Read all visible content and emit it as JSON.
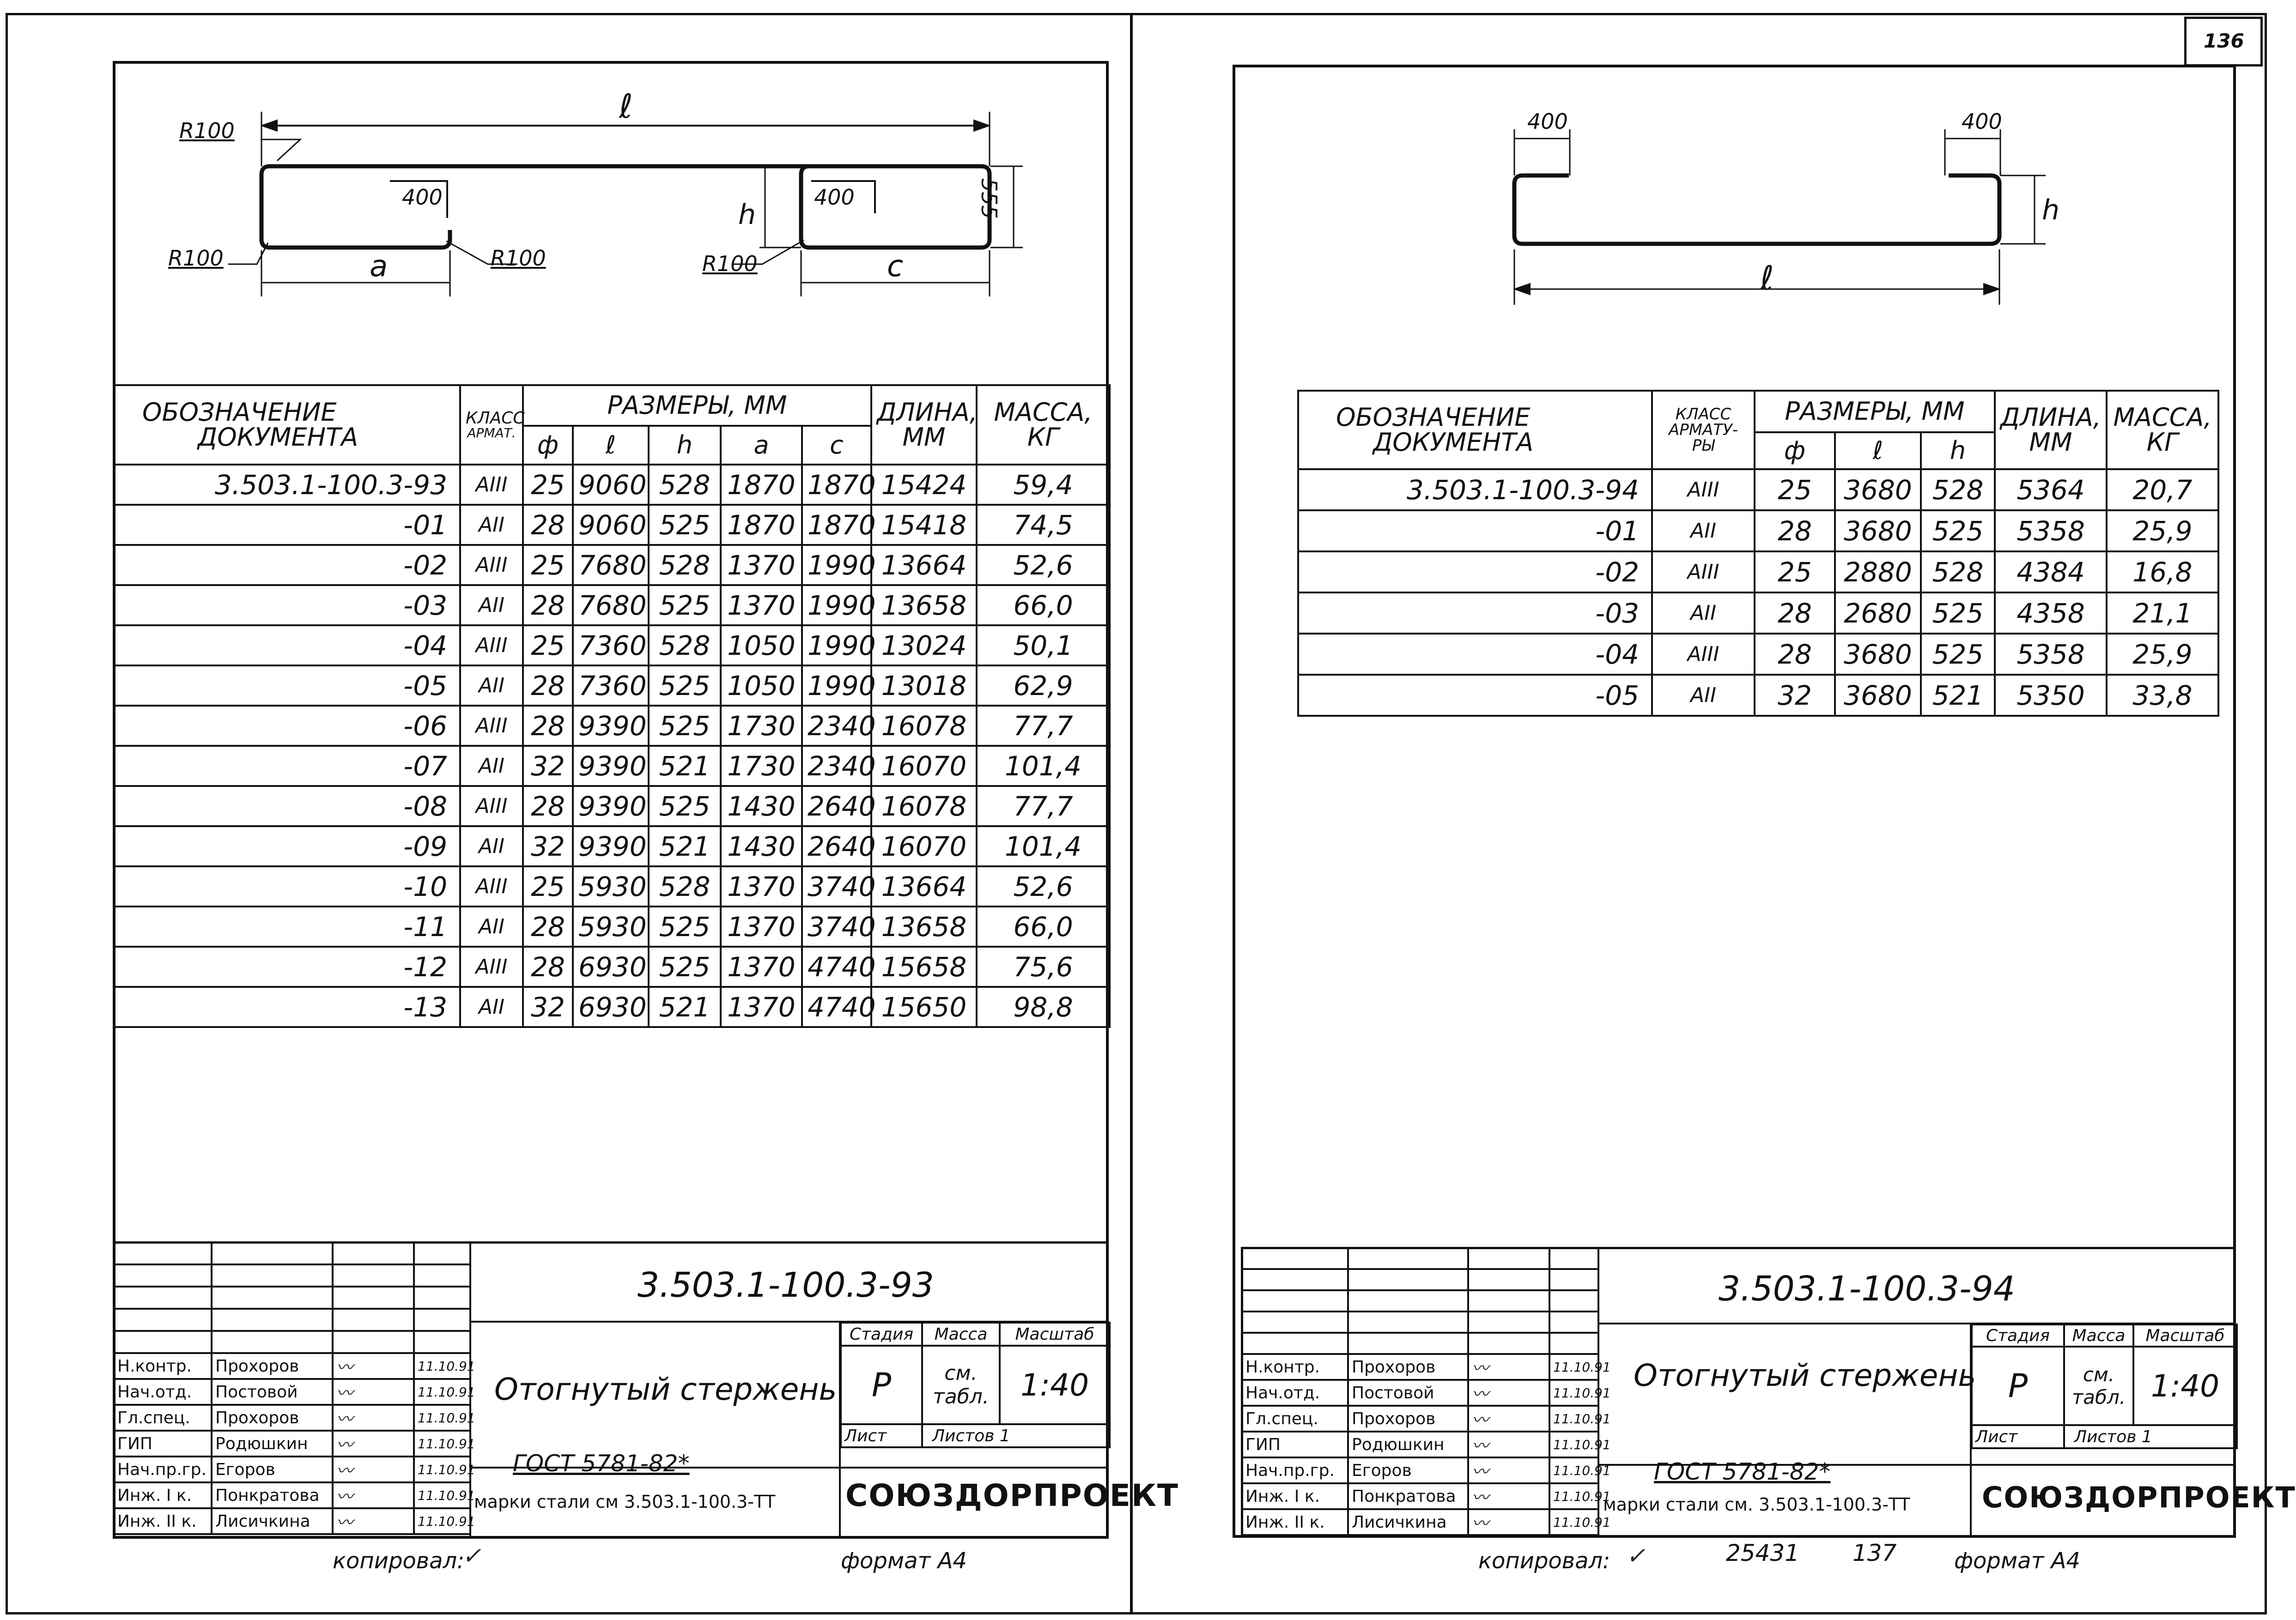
{
  "sheet_number": "136",
  "left": {
    "drawing": {
      "l": "ℓ",
      "r1": "R100",
      "r2": "R100",
      "r3": "R100",
      "r4": "R100",
      "dim400a": "400",
      "dim400b": "400",
      "a": "a",
      "c": "c",
      "h": "h",
      "d555": "555"
    },
    "headers": {
      "designation": [
        "ОБОЗНАЧЕНИЕ",
        "ДОКУМЕНТА"
      ],
      "class": [
        "КЛАСС",
        "АРМАТ."
      ],
      "dims": "РАЗМЕРЫ, ММ",
      "phi": "ф",
      "l": "ℓ",
      "h": "h",
      "a": "a",
      "c": "c",
      "length": [
        "ДЛИНА,",
        "ММ"
      ],
      "mass": [
        "МАССА,",
        "КГ"
      ]
    },
    "rows": [
      [
        "3.503.1-100.3-93",
        "AIII",
        "25",
        "9060",
        "528",
        "1870",
        "1870",
        "15424",
        "59,4"
      ],
      [
        "-01",
        "AII",
        "28",
        "9060",
        "525",
        "1870",
        "1870",
        "15418",
        "74,5"
      ],
      [
        "-02",
        "AIII",
        "25",
        "7680",
        "528",
        "1370",
        "1990",
        "13664",
        "52,6"
      ],
      [
        "-03",
        "AII",
        "28",
        "7680",
        "525",
        "1370",
        "1990",
        "13658",
        "66,0"
      ],
      [
        "-04",
        "AIII",
        "25",
        "7360",
        "528",
        "1050",
        "1990",
        "13024",
        "50,1"
      ],
      [
        "-05",
        "AII",
        "28",
        "7360",
        "525",
        "1050",
        "1990",
        "13018",
        "62,9"
      ],
      [
        "-06",
        "AIII",
        "28",
        "9390",
        "525",
        "1730",
        "2340",
        "16078",
        "77,7"
      ],
      [
        "-07",
        "AII",
        "32",
        "9390",
        "521",
        "1730",
        "2340",
        "16070",
        "101,4"
      ],
      [
        "-08",
        "AIII",
        "28",
        "9390",
        "525",
        "1430",
        "2640",
        "16078",
        "77,7"
      ],
      [
        "-09",
        "AII",
        "32",
        "9390",
        "521",
        "1430",
        "2640",
        "16070",
        "101,4"
      ],
      [
        "-10",
        "AIII",
        "25",
        "5930",
        "528",
        "1370",
        "3740",
        "13664",
        "52,6"
      ],
      [
        "-11",
        "AII",
        "28",
        "5930",
        "525",
        "1370",
        "3740",
        "13658",
        "66,0"
      ],
      [
        "-12",
        "AIII",
        "28",
        "6930",
        "525",
        "1370",
        "4740",
        "15658",
        "75,6"
      ],
      [
        "-13",
        "AII",
        "32",
        "6930",
        "521",
        "1370",
        "4740",
        "15650",
        "98,8"
      ]
    ],
    "title_block": {
      "code": "3.503.1-100.3-93",
      "name": "Отогнутый стержень",
      "stage_label": "Стадия",
      "mass_label": "Масса",
      "scale_label": "Масштаб",
      "stage": "Р",
      "mass": "см. табл.",
      "scale": "1:40",
      "sheet_label": "Лист",
      "sheets_label": "Листов 1",
      "gost": "ГОСТ 5781-82*",
      "steel": "марки стали см 3.503.1-100.3-ТТ",
      "org": "СОЮЗДОРПРОЕКТ",
      "people": [
        [
          "Н.контр.",
          "Прохоров",
          "11.10.91"
        ],
        [
          "Нач.отд.",
          "Постовой",
          "11.10.91"
        ],
        [
          "Гл.спец.",
          "Прохоров",
          "11.10.91"
        ],
        [
          "ГИП",
          "Родюшкин",
          "11.10.91"
        ],
        [
          "Нач.пр.гр.",
          "Егоров",
          "11.10.91"
        ],
        [
          "Инж. I к.",
          "Понкратова",
          "11.10.91"
        ],
        [
          "Инж. II к.",
          "Лисичкина",
          "11.10.91"
        ]
      ]
    },
    "copied": "копировал:",
    "format": "формат А4"
  },
  "right": {
    "drawing": {
      "d400a": "400",
      "d400b": "400",
      "h": "h",
      "l": "ℓ"
    },
    "headers": {
      "designation": [
        "ОБОЗНАЧЕНИЕ",
        "ДОКУМЕНТА"
      ],
      "class": [
        "КЛАСС",
        "АРМАТУ-",
        "РЫ"
      ],
      "dims": "РАЗМЕРЫ, ММ",
      "phi": "ф",
      "l": "ℓ",
      "h": "h",
      "length": [
        "ДЛИНА,",
        "ММ"
      ],
      "mass": [
        "МАССА,",
        "КГ"
      ]
    },
    "rows": [
      [
        "3.503.1-100.3-94",
        "AIII",
        "25",
        "3680",
        "528",
        "5364",
        "20,7"
      ],
      [
        "-01",
        "AII",
        "28",
        "3680",
        "525",
        "5358",
        "25,9"
      ],
      [
        "-02",
        "AIII",
        "25",
        "2880",
        "528",
        "4384",
        "16,8"
      ],
      [
        "-03",
        "AII",
        "28",
        "2680",
        "525",
        "4358",
        "21,1"
      ],
      [
        "-04",
        "AIII",
        "28",
        "3680",
        "525",
        "5358",
        "25,9"
      ],
      [
        "-05",
        "AII",
        "32",
        "3680",
        "521",
        "5350",
        "33,8"
      ]
    ],
    "title_block": {
      "code": "3.503.1-100.3-94",
      "name": "Отогнутый стержень",
      "stage_label": "Стадия",
      "mass_label": "Масса",
      "scale_label": "Масштаб",
      "stage": "Р",
      "mass": "см. табл.",
      "scale": "1:40",
      "sheet_label": "Лист",
      "sheets_label": "Листов 1",
      "gost": "ГОСТ 5781-82*",
      "steel": "марки стали см. 3.503.1-100.3-ТТ",
      "org": "СОЮЗДОРПРОЕКТ",
      "people": [
        [
          "Н.контр.",
          "Прохоров",
          "11.10.91"
        ],
        [
          "Нач.отд.",
          "Постовой",
          "11.10.91"
        ],
        [
          "Гл.спец.",
          "Прохоров",
          "11.10.91"
        ],
        [
          "ГИП",
          "Родюшкин",
          "11.10.91"
        ],
        [
          "Нач.пр.гр.",
          "Егоров",
          "11.10.91"
        ],
        [
          "Инж. I к.",
          "Понкратова",
          "11.10.91"
        ],
        [
          "Инж. II к.",
          "Лисичкина",
          "11.10.91"
        ]
      ]
    },
    "copied": "копировал:",
    "inventory": "25431",
    "inventory2": "137",
    "format": "формат А4"
  }
}
